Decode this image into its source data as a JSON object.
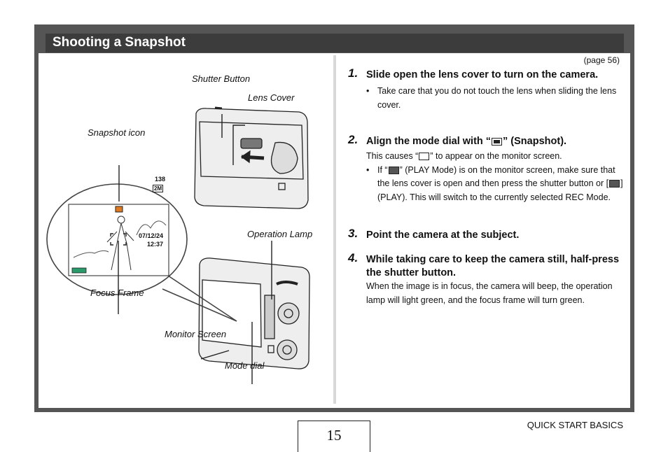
{
  "title": "Shooting a Snapshot",
  "page_ref": "(page 56)",
  "labels": {
    "shutter_button": "Shutter Button",
    "lens_cover": "Lens Cover",
    "snapshot_icon": "Snapshot icon",
    "focus_frame": "Focus Frame",
    "operation_lamp": "Operation Lamp",
    "monitor_screen": "Monitor Screen",
    "mode_dial": "Mode dial"
  },
  "screen": {
    "shots": "138",
    "size": "2M",
    "date": "07/12/24",
    "time": "12:37"
  },
  "steps": [
    {
      "num": "1.",
      "head": "Slide open the lens cover to turn on the camera.",
      "bullet": "Take care that you do not touch the lens when sliding the lens cover."
    },
    {
      "num": "2.",
      "head_a": "Align the mode dial with “",
      "head_b": "” (Snapshot).",
      "body_a": "This causes “",
      "body_b": "” to appear on the monitor screen.",
      "bullet_a": "If “",
      "bullet_b": "” (PLAY Mode) is on the monitor screen, make sure that the lens cover is open and then press the shutter button or [",
      "bullet_c": "] (PLAY). This will switch to the currently selected REC Mode."
    },
    {
      "num": "3.",
      "head": "Point the camera at the subject."
    },
    {
      "num": "4.",
      "head": "While taking care to keep the camera still, half-press the shutter button.",
      "body": "When the image is in focus, the camera will beep, the operation lamp will light green, and the focus frame will turn green."
    }
  ],
  "page_number": "15",
  "section": "QUICK START BASICS"
}
